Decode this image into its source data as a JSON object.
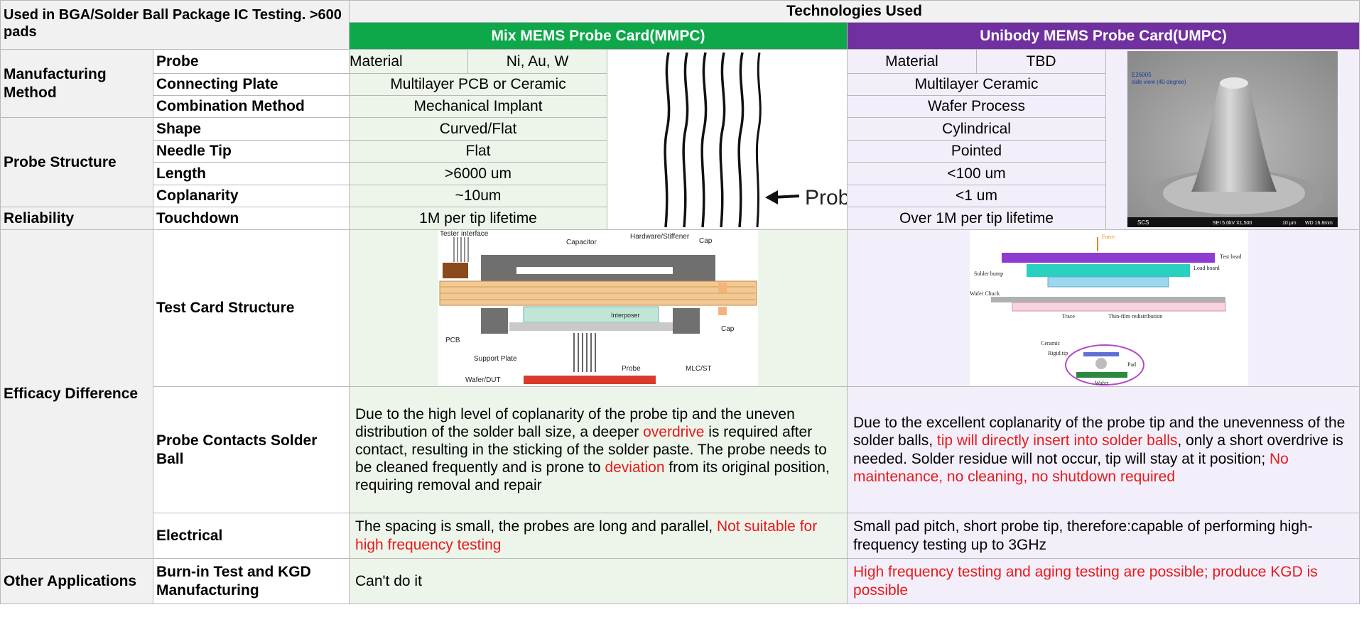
{
  "header": {
    "left_title": "Used in BGA/Solder Ball Package IC Testing. >600 pads",
    "tech_title": "Technologies Used",
    "mmpc_title": "Mix MEMS Probe Card(MMPC)",
    "umpc_title": "Unibody MEMS Probe Card(UMPC)"
  },
  "categories": {
    "manufacturing": "Manufacturing Method",
    "structure": "Probe Structure",
    "reliability": "Reliability",
    "efficacy": "Efficacy Difference",
    "other": "Other Applications"
  },
  "subs": {
    "probe": "Probe",
    "connecting_plate": "Connecting Plate",
    "combination": "Combination Method",
    "shape": "Shape",
    "needle_tip": "Needle Tip",
    "length": "Length",
    "coplanarity": "Coplanarity",
    "touchdown": "Touchdown",
    "test_card": "Test Card Structure",
    "contacts": "Probe Contacts Solder Ball",
    "electrical": "Electrical",
    "burnin": "Burn-in Test and KGD Manufacturing"
  },
  "mmpc": {
    "material_label": "Material",
    "material_value": "Ni, Au, W",
    "connecting_plate": "Multilayer PCB or Ceramic",
    "combination": "Mechanical Implant",
    "shape": "Curved/Flat",
    "needle_tip": "Flat",
    "length": ">6000 um",
    "coplanarity": "~10um",
    "touchdown": "1M per tip lifetime",
    "contacts": [
      {
        "text": "Due to the high level of coplanarity of the probe tip and the uneven distribution of the solder ball size, a deeper ",
        "red": false
      },
      {
        "text": "overdrive",
        "red": true
      },
      {
        "text": " is required after contact, resulting in the sticking of the solder paste. The probe needs to be cleaned frequently and is prone to ",
        "red": false
      },
      {
        "text": "deviation",
        "red": true
      },
      {
        "text": " from its original position, requiring removal and repair",
        "red": false
      }
    ],
    "electrical": [
      {
        "text": "The spacing is small, the probes are long and parallel, ",
        "red": false
      },
      {
        "text": "Not suitable for high frequency testing",
        "red": true
      }
    ],
    "burnin": "Can't do it",
    "probe_image_label": "Probe",
    "diagram_labels": {
      "tester_interface": "Tester interface",
      "capacitor": "Capacitor",
      "stiffener": "Hardware/Stiffener",
      "cap_top": "Cap",
      "interposer": "Interposer",
      "pcb": "PCB",
      "cap_side": "Cap",
      "support_plate": "Support Plate",
      "probe": "Probe",
      "mlc_st": "MLC/ST",
      "wafer_dut": "Wafer/DUT"
    }
  },
  "umpc": {
    "material_label": "Material",
    "material_value": "TBD",
    "connecting_plate": "Multilayer Ceramic",
    "combination": "Wafer Process",
    "shape": "Cylindrical",
    "needle_tip": "Pointed",
    "length": "<100 um",
    "coplanarity": "<1 um",
    "touchdown": "Over 1M per tip lifetime",
    "contacts": [
      {
        "text": "Due to the excellent coplanarity of the probe tip and the unevenness of the solder balls, ",
        "red": false
      },
      {
        "text": "tip will directly insert into solder balls",
        "red": true
      },
      {
        "text": ", only a short overdrive is needed. Solder residue will not occur, tip will stay at it position; ",
        "red": false
      },
      {
        "text": "No maintenance, no cleaning, no shutdown required",
        "red": true
      }
    ],
    "electrical": [
      {
        "text": "Small pad pitch, short probe tip, therefore:capable of performing high-frequency testing up to 3GHz",
        "red": false
      }
    ],
    "burnin": [
      {
        "text": "High frequency testing and aging testing are possible; produce KGD is possible",
        "red": true
      }
    ],
    "sem_labels": {
      "sample": "E26005",
      "view": "side view (40 degree)",
      "footer_left": "SCS",
      "footer_mid": "SEI   5.0kV   X1,500",
      "footer_scale": "10 µm",
      "footer_right": "WD 16.8mm"
    },
    "diagram_labels": {
      "force": "Force",
      "test_head": "Test head",
      "load_board": "Load board",
      "solder_bump": "Solder bump",
      "wafer_chuck": "Wafer Chuck",
      "trace": "Trace",
      "thin_film": "Thin-film redistribution",
      "ceramic": "Ceramic",
      "rigid_tip": "Rigid tip",
      "pad": "Pad",
      "wafer": "Wafer"
    }
  },
  "colors": {
    "mmpc_header": "#0ea84a",
    "umpc_header": "#7030a0",
    "emphasis_red": "#e8191b"
  }
}
